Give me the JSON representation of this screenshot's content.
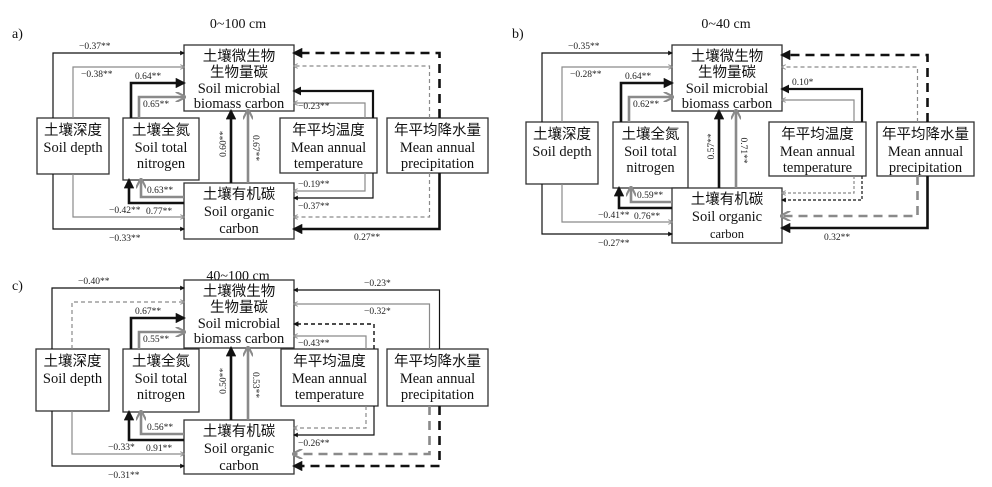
{
  "figure": {
    "colors": {
      "positive_black": "#111111",
      "gray": "#8a8a8a",
      "box_stroke": "#333333"
    },
    "legend_semantics": {
      "black": "significant path (black)",
      "gray": "significant path (gray)",
      "dashed": "non-significant path"
    },
    "node_labels": {
      "mbc": {
        "zh1": "土壤微生物",
        "zh2": "生物量碳",
        "en1": "Soil microbial",
        "en2": "biomass carbon"
      },
      "depth": {
        "zh": "土壤深度",
        "en1": "Soil depth"
      },
      "tn": {
        "zh": "土壤全氮",
        "en1": "Soil total",
        "en2": "nitrogen"
      },
      "mat": {
        "zh": "年平均温度",
        "en1": "Mean annual",
        "en2": "temperature"
      },
      "map": {
        "zh": "年平均降水量",
        "en1": "Mean annual",
        "en2": "precipitation"
      },
      "soc": {
        "zh": "土壤有机碳",
        "en1": "Soil organic",
        "en2": "carbon"
      }
    },
    "panels": [
      {
        "id": "a",
        "label": "a)",
        "title": "0~100 cm",
        "paths": {
          "depth_to_mbc_black": "−0.37**",
          "depth_to_mbc_gray": "−0.38**",
          "tn_to_mbc_black": "0.64**",
          "tn_to_mbc_gray": "0.65**",
          "soc_to_mbc_black": "0.60**",
          "soc_to_mbc_gray": "0.67**",
          "soc_to_tn_gray": "0.63**",
          "soc_to_tn_black": "0.77**",
          "depth_to_soc_gray": "−0.42**",
          "depth_to_soc_black": "−0.33**",
          "mat_to_mbc_gray": "−0.23**",
          "mat_to_mbc_black": "",
          "mat_to_soc_gray": "−0.19**",
          "mat_to_soc_black": "",
          "map_to_soc_gray": "−0.37**",
          "map_to_soc_black": "0.27**",
          "map_to_mbc_black": "",
          "map_to_mbc_gray": ""
        }
      },
      {
        "id": "b",
        "label": "b)",
        "title": "0~40 cm",
        "paths": {
          "depth_to_mbc_black": "−0.35**",
          "depth_to_mbc_gray": "−0.28**",
          "tn_to_mbc_black": "0.64**",
          "tn_to_mbc_gray": "0.62**",
          "soc_to_mbc_black": "0.57**",
          "soc_to_mbc_gray": "0.71**",
          "soc_to_tn_gray": "0.59**",
          "soc_to_tn_black": "0.76**",
          "depth_to_soc_gray": "−0.41**",
          "depth_to_soc_black": "−0.27**",
          "mat_to_mbc_black": "0.10*",
          "mat_to_mbc_gray": "",
          "map_to_soc_black": "0.32**"
        }
      },
      {
        "id": "c",
        "label": "c)",
        "title": "40~100 cm",
        "paths": {
          "depth_to_mbc_black": "−0.40**",
          "tn_to_mbc_black": "0.67**",
          "tn_to_mbc_gray": "0.55**",
          "soc_to_mbc_black": "0.50**",
          "soc_to_mbc_gray": "0.53**",
          "soc_to_tn_gray": "0.56**",
          "soc_to_tn_black": "0.91**",
          "depth_to_soc_gray": "−0.33*",
          "depth_to_soc_black": "−0.31**",
          "map_to_mbc_black": "−0.23*",
          "map_to_mbc_gray": "−0.32*",
          "mat_to_mbc_gray": "−0.43**",
          "mat_to_soc_black": "−0.26**"
        }
      }
    ]
  }
}
